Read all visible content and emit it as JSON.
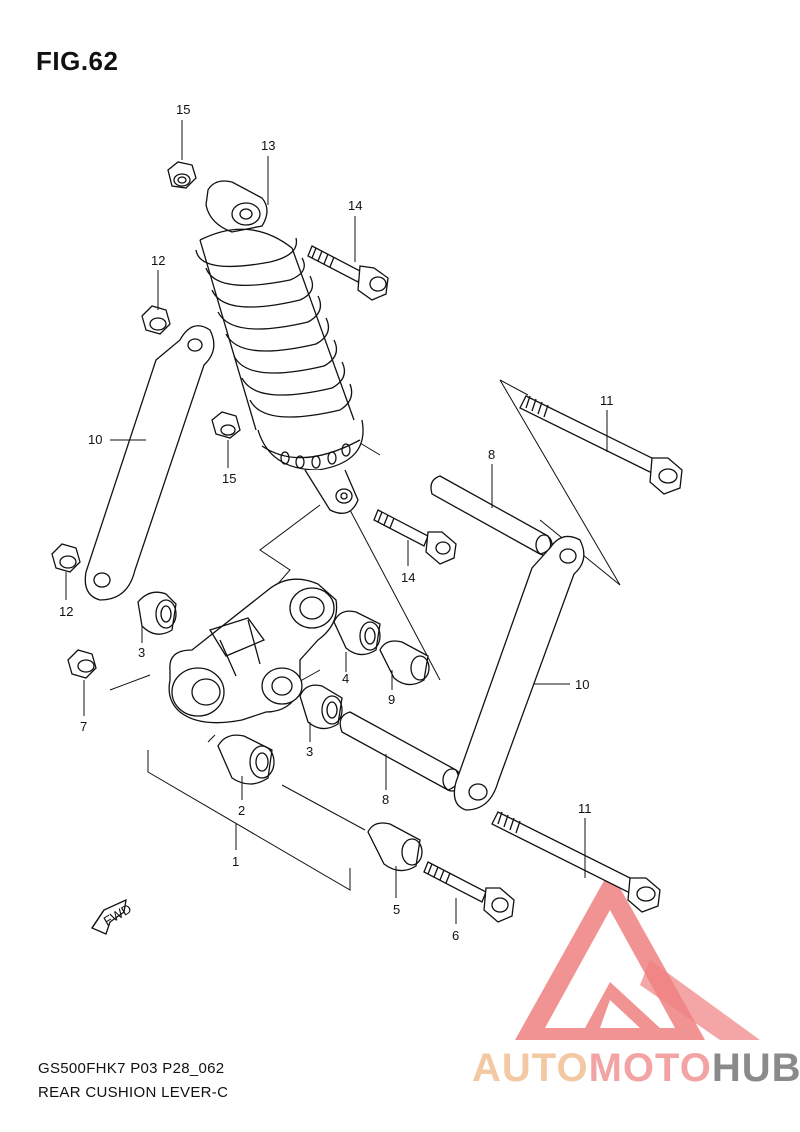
{
  "figure": {
    "title": "FIG.62",
    "code": "GS500FHK7 P03 P28_062",
    "name": "REAR CUSHION LEVER-C"
  },
  "callouts": [
    "15",
    "13",
    "14",
    "12",
    "11",
    "10",
    "15",
    "8",
    "14",
    "12",
    "3",
    "4",
    "9",
    "7",
    "3",
    "10",
    "2",
    "8",
    "11",
    "1",
    "5",
    "6"
  ],
  "fwd_label": "FWD",
  "watermark": {
    "part1": "AUTO",
    "part2": "MOTO",
    "part3": "HUB",
    "colors": {
      "auto": "#f3c9a4",
      "moto": "#f2a3a3",
      "hub": "#8a8a8a",
      "triangle": "#f08080"
    }
  }
}
